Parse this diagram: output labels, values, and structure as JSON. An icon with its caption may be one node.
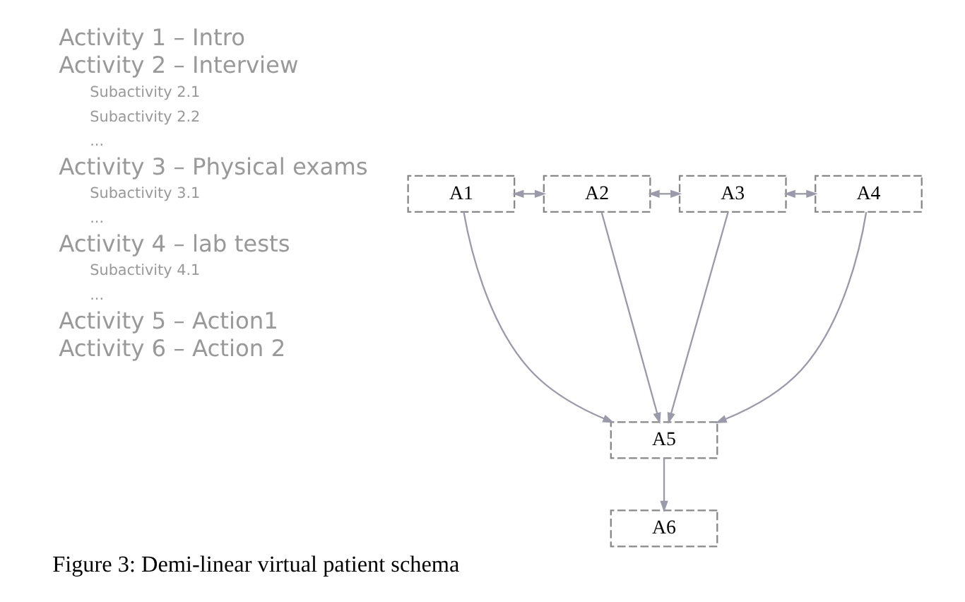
{
  "diagram": {
    "caption": "Figure 3: Demi-linear virtual patient schema",
    "nodes": [
      {
        "text": [
          "A1"
        ]
      },
      {
        "text": [
          "A2"
        ]
      },
      {
        "text": [
          "A3"
        ]
      },
      {
        "text": [
          "A4"
        ]
      },
      {
        "text": [
          "A5"
        ]
      },
      {
        "text": [
          "A6"
        ]
      }
    ],
    "edges": [
      {
        "from": 0,
        "to": 1,
        "arrow": "both"
      },
      {
        "from": 1,
        "to": 2,
        "arrow": "both"
      },
      {
        "from": 2,
        "to": 3,
        "arrow": "both"
      },
      {
        "from": 0,
        "to": 4,
        "arrow": "to"
      },
      {
        "from": 1,
        "to": 4,
        "arrow": "to"
      },
      {
        "from": 2,
        "to": 4,
        "arrow": "to"
      },
      {
        "from": 3,
        "to": 4,
        "arrow": "to"
      },
      {
        "from": 4,
        "to": 5,
        "arrow": "to"
      }
    ],
    "labels": [
      "Activity 1 – Intro",
      "Activity 2 – Interview",
      "Subactivity 2.1",
      "Subactivity 2.2",
      "...",
      "Activity 3 – Physical exams",
      "Subactivity 3.1",
      "...",
      "Activity 4 – lab tests",
      "Subactivity 4.1",
      "...",
      "Activity 5 – Action1",
      "Activity 6 – Action 2"
    ]
  }
}
